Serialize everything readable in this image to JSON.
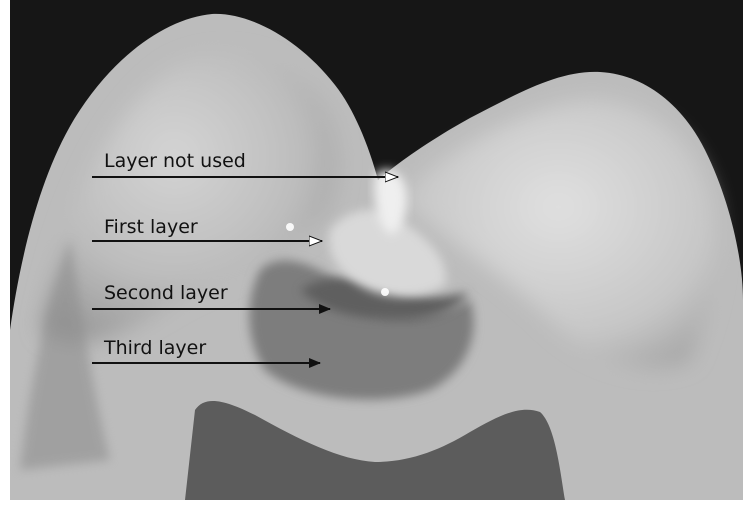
{
  "image": {
    "subject": "tooth cross-section with layered restoration",
    "labels": [
      {
        "text": "Layer not used",
        "arrow_color": "#ffffff"
      },
      {
        "text": "First layer",
        "arrow_color": "#ffffff"
      },
      {
        "text": "Second layer",
        "arrow_color": "#111111"
      },
      {
        "text": "Third layer",
        "arrow_color": "#111111"
      }
    ]
  }
}
